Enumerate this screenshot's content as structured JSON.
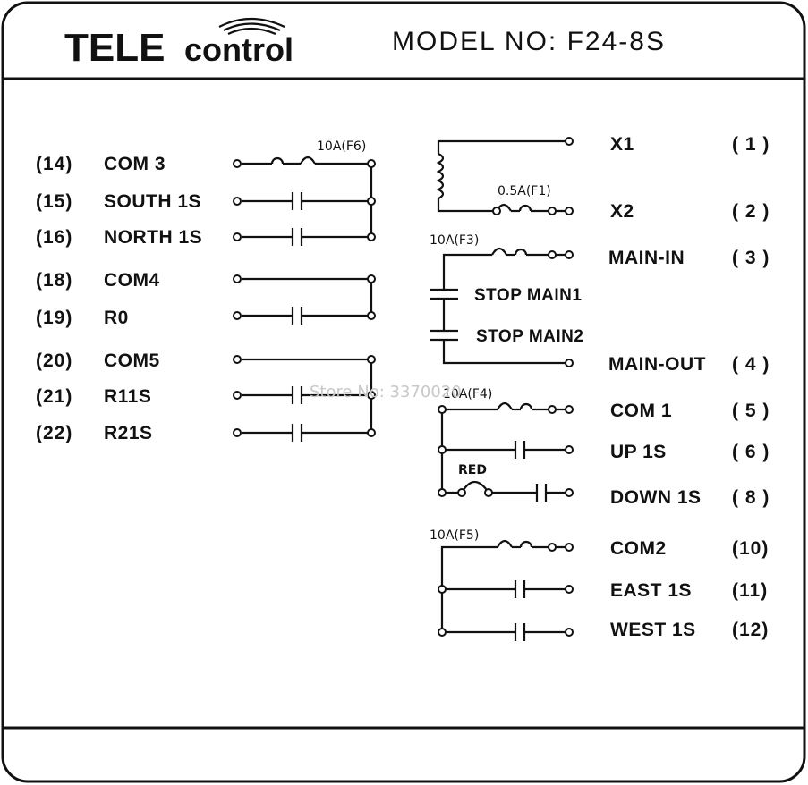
{
  "header": {
    "logo_part1": "TELE",
    "logo_part2": "control",
    "model": "MODEL NO: F24-8S"
  },
  "watermark": "Store No: 3370020",
  "left_terminals": [
    {
      "num": "(14)",
      "label": "COM 3"
    },
    {
      "num": "(15)",
      "label": "SOUTH 1S"
    },
    {
      "num": "(16)",
      "label": "NORTH 1S"
    },
    {
      "num": "(18)",
      "label": "COM4"
    },
    {
      "num": "(19)",
      "label": "R0"
    },
    {
      "num": "(20)",
      "label": "COM5"
    },
    {
      "num": "(21)",
      "label": "R11S"
    },
    {
      "num": "(22)",
      "label": "R21S"
    }
  ],
  "right_terminals": [
    {
      "label": "X1",
      "num": "( 1 )"
    },
    {
      "label": "X2",
      "num": "( 2 )"
    },
    {
      "label": "MAIN-IN",
      "num": "( 3 )"
    },
    {
      "label": "MAIN-OUT",
      "num": "( 4 )"
    },
    {
      "label": "COM 1",
      "num": "( 5 )"
    },
    {
      "label": "UP 1S",
      "num": "( 6 )"
    },
    {
      "label": "DOWN 1S",
      "num": "( 8 )"
    },
    {
      "label": "COM2",
      "num": "(10)"
    },
    {
      "label": "EAST 1S",
      "num": "(11)"
    },
    {
      "label": "WEST 1S",
      "num": "(12)"
    }
  ],
  "fuses": {
    "f6": "10A(F6)",
    "f1": "0.5A(F1)",
    "f3": "10A(F3)",
    "f4": "10A(F4)",
    "f5": "10A(F5)",
    "red": "RED"
  },
  "stops": {
    "stop1": "STOP MAIN1",
    "stop2": "STOP MAIN2"
  }
}
